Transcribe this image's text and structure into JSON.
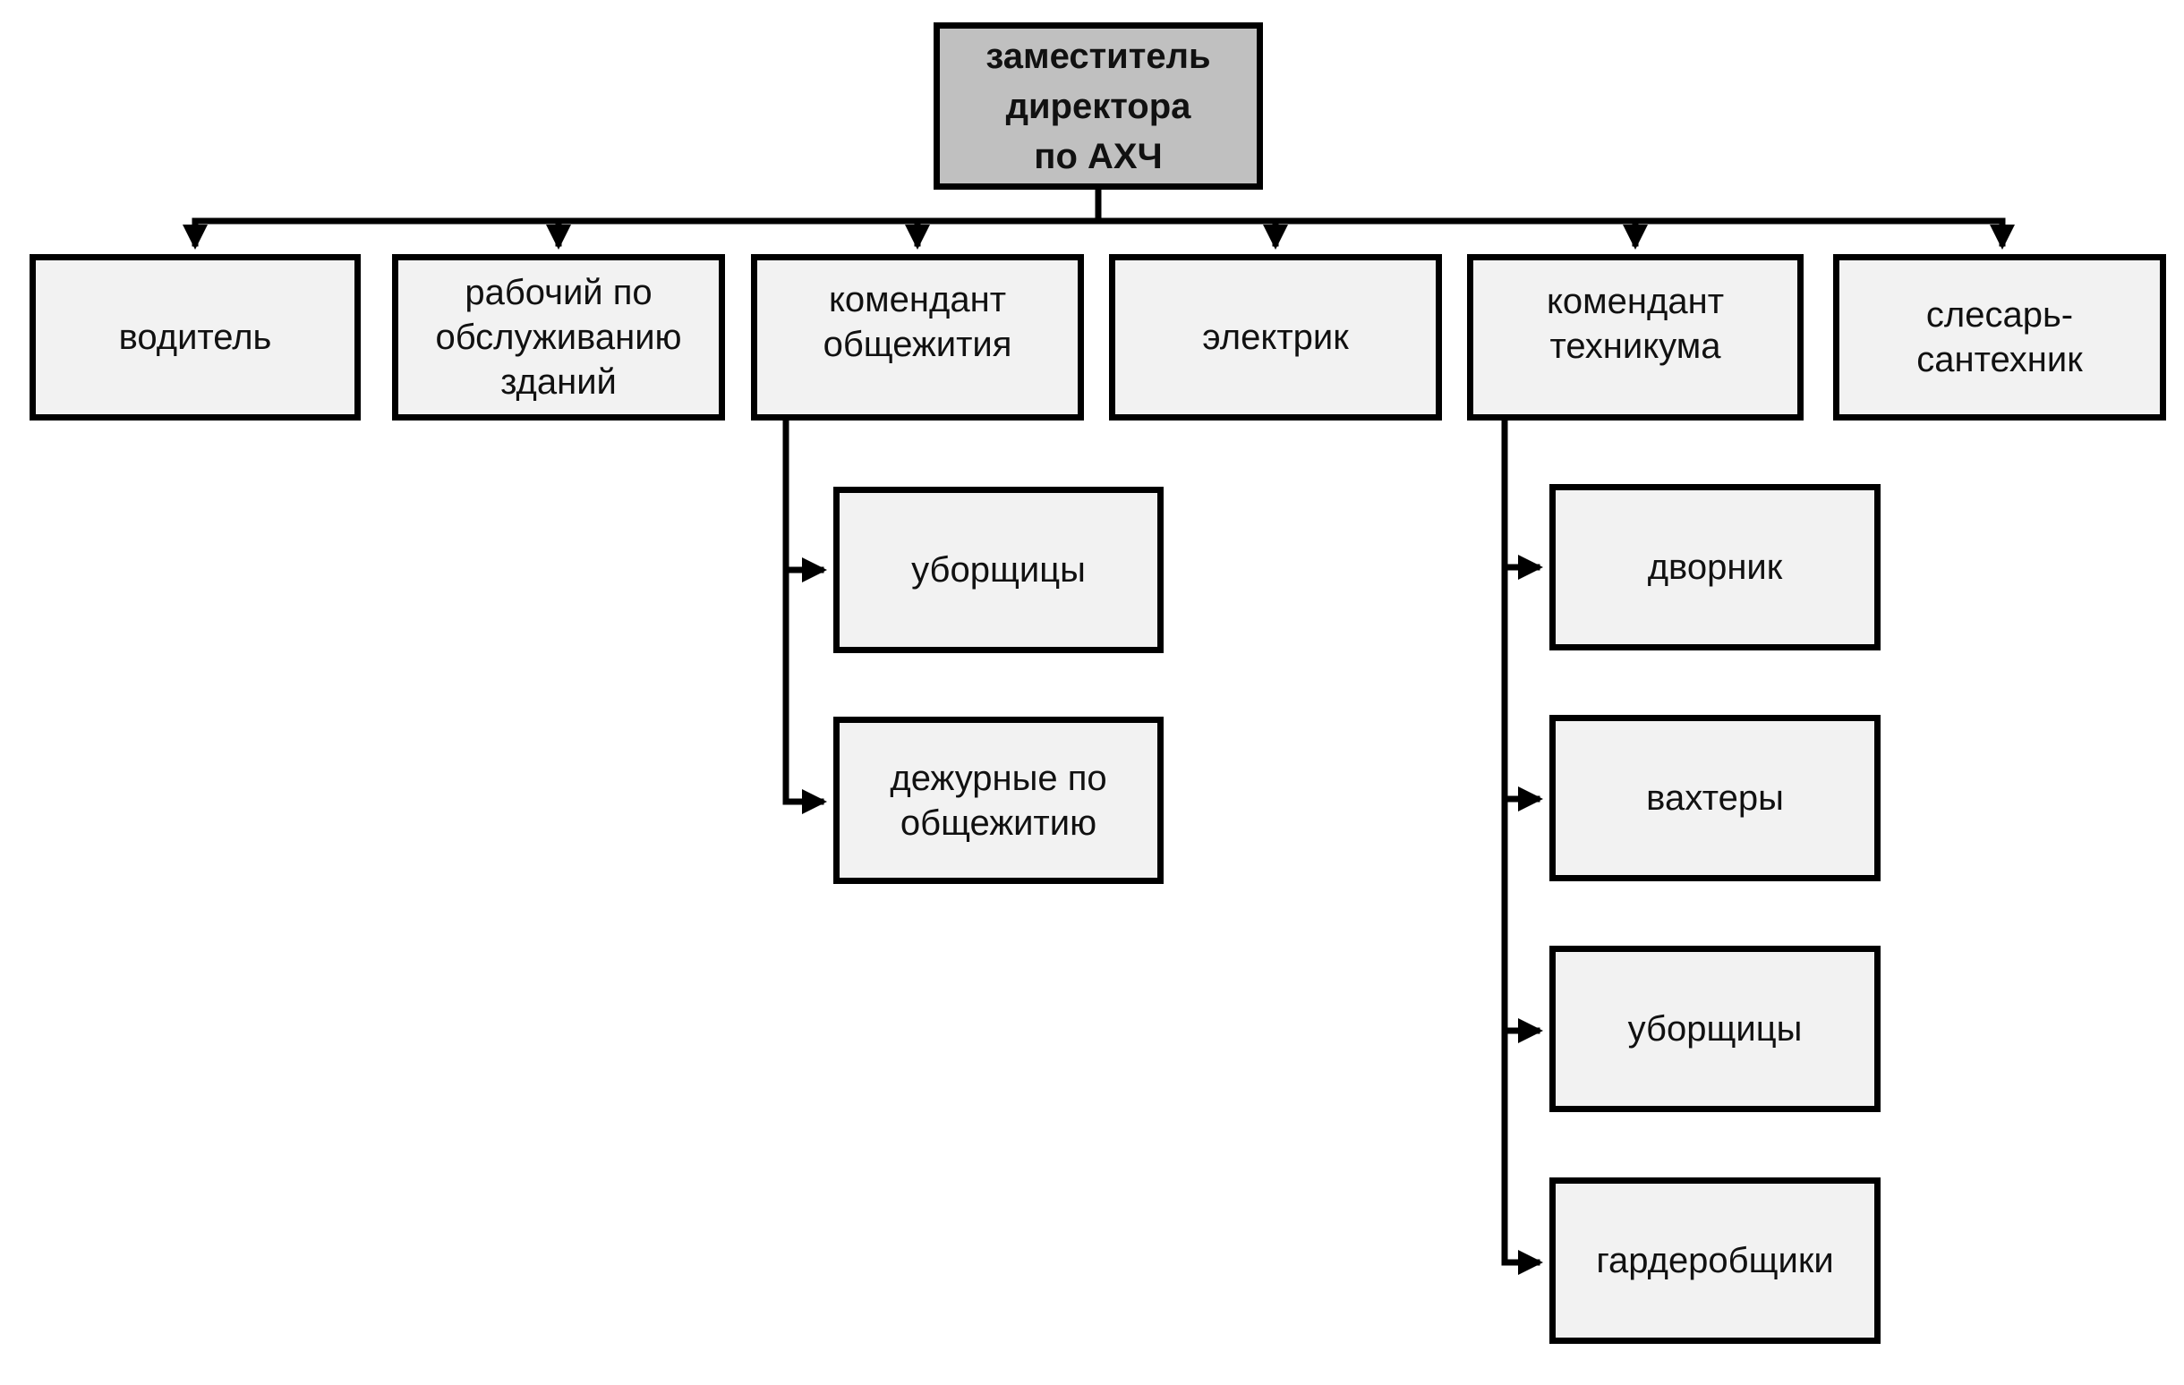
{
  "colors": {
    "root_fill": "#c0c0c0",
    "box_fill": "#f2f2f2",
    "stroke": "#000000"
  },
  "root": {
    "lines": [
      "заместитель",
      "директора",
      "по АХЧ"
    ]
  },
  "level1": [
    {
      "lines": [
        "водитель"
      ]
    },
    {
      "lines": [
        "рабочий по",
        "обслуживанию",
        "зданий"
      ]
    },
    {
      "lines": [
        "комендант",
        "общежития"
      ]
    },
    {
      "lines": [
        "электрик"
      ]
    },
    {
      "lines": [
        "комендант",
        "техникума"
      ]
    },
    {
      "lines": [
        "слесарь-",
        "сантехник"
      ]
    }
  ],
  "dormitory_children": [
    {
      "lines": [
        "уборщицы"
      ]
    },
    {
      "lines": [
        "дежурные по",
        "общежитию"
      ]
    }
  ],
  "college_children": [
    {
      "lines": [
        "дворник"
      ]
    },
    {
      "lines": [
        "вахтеры"
      ]
    },
    {
      "lines": [
        "уборщицы"
      ]
    },
    {
      "lines": [
        "гардеробщики"
      ]
    }
  ]
}
